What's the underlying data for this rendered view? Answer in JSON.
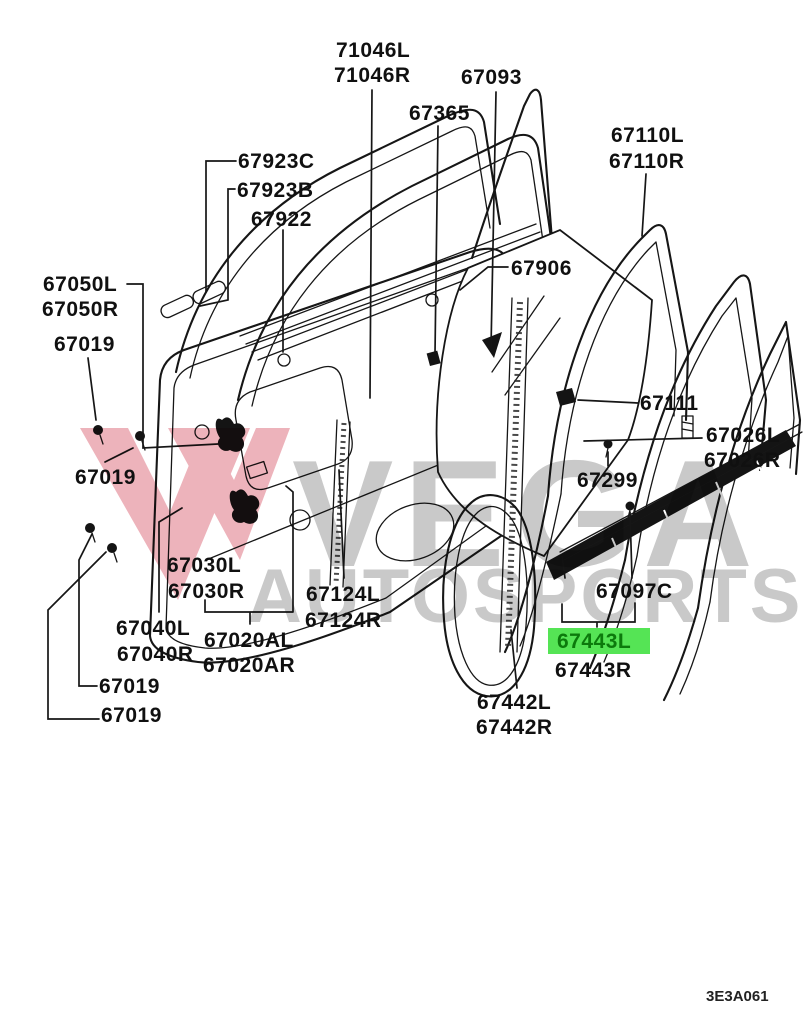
{
  "diagram": {
    "type": "exploded-parts-diagram",
    "subject": "front door panel, glass and weatherstrips",
    "code": "3E3A061",
    "highlight": {
      "color": "#55e455",
      "text_color": "#0c7a0c",
      "part": "67443L"
    },
    "watermark": {
      "brand": "VEGA",
      "sub": "AUTOSPORTS",
      "text_color": "#c9c9c9",
      "logo_color": "#edb3bb"
    },
    "labels": [
      {
        "text": "71046L"
      },
      {
        "text": "71046R"
      },
      {
        "text": "67093"
      },
      {
        "text": "67365"
      },
      {
        "text": "67923C"
      },
      {
        "text": "67923B"
      },
      {
        "text": "67922"
      },
      {
        "text": "67110L"
      },
      {
        "text": "67110R"
      },
      {
        "text": "67906"
      },
      {
        "text": "67050L"
      },
      {
        "text": "67050R"
      },
      {
        "text": "67019"
      },
      {
        "text": "67111"
      },
      {
        "text": "67026L"
      },
      {
        "text": "67026R"
      },
      {
        "text": "67299"
      },
      {
        "text": "67019"
      },
      {
        "text": "67030L"
      },
      {
        "text": "67030R"
      },
      {
        "text": "67124L"
      },
      {
        "text": "67124R"
      },
      {
        "text": "67040L"
      },
      {
        "text": "67040R"
      },
      {
        "text": "67020AL"
      },
      {
        "text": "67020AR"
      },
      {
        "text": "67097C"
      },
      {
        "text": "67443L"
      },
      {
        "text": "67443R"
      },
      {
        "text": "67019"
      },
      {
        "text": "67019"
      },
      {
        "text": "67442L"
      },
      {
        "text": "67442R"
      }
    ]
  }
}
